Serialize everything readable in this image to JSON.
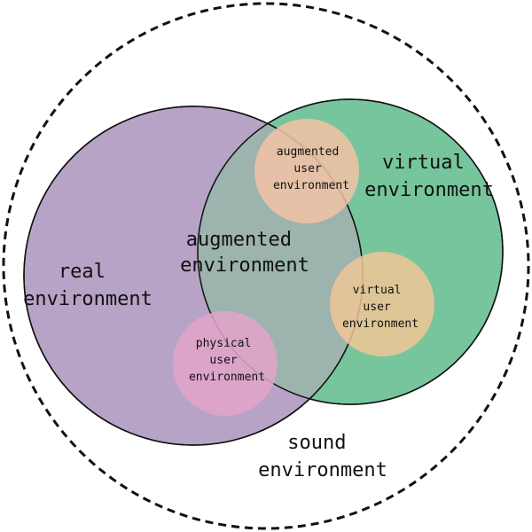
{
  "colors": {
    "real": "#b7a3c6",
    "virtual": "#77c59d",
    "augmented_overlap": "#9cb3ae",
    "augmented_user": "#f3c2a6",
    "virtual_user": "#f0c596",
    "physical_user": "#e3a5c9",
    "outline": "#111111"
  },
  "labels": {
    "real": [
      "real",
      "environment"
    ],
    "virtual": [
      "virtual",
      "environment"
    ],
    "augmented": [
      "augmented",
      "environment"
    ],
    "augmented_user": [
      "augmented",
      "user",
      "environment"
    ],
    "virtual_user": [
      "virtual",
      "user",
      "environment"
    ],
    "physical_user": [
      "physical",
      "user",
      "environment"
    ],
    "sound": [
      "sound",
      "environment"
    ]
  }
}
